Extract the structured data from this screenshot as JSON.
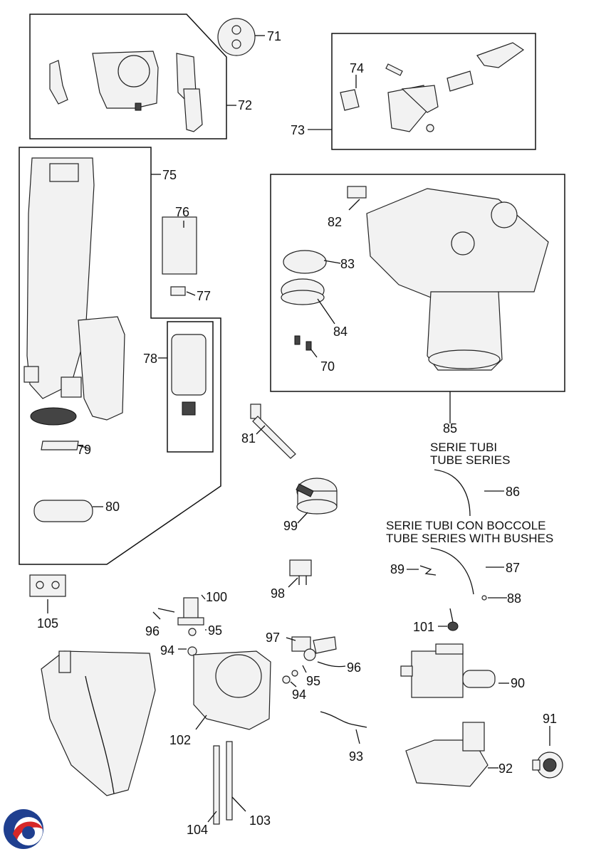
{
  "labels": {
    "p70": "70",
    "p71": "71",
    "p72": "72",
    "p73": "73",
    "p74": "74",
    "p75": "75",
    "p76": "76",
    "p77": "77",
    "p78": "78",
    "p79": "79",
    "p80": "80",
    "p81": "81",
    "p82": "82",
    "p83": "83",
    "p84": "84",
    "p85": "85",
    "p86": "86",
    "p87": "87",
    "p88": "88",
    "p89": "89",
    "p90": "90",
    "p91": "91",
    "p92": "92",
    "p93": "93",
    "p94a": "94",
    "p94b": "94",
    "p95a": "95",
    "p95b": "95",
    "p96a": "96",
    "p96b": "96",
    "p97": "97",
    "p98": "98",
    "p99": "99",
    "p100": "100",
    "p101": "101",
    "p102": "102",
    "p103": "103",
    "p104": "104",
    "p105": "105"
  },
  "captions": {
    "tube_series_it": "SERIE TUBI",
    "tube_series_en": "TUBE SERIES",
    "tube_bushes_it": "SERIE TUBI CON BOCCOLE",
    "tube_bushes_en": "TUBE SERIES WITH BUSHES"
  },
  "logo": {
    "name": "brand-logo",
    "colors": [
      "#1f3f8f",
      "#d62828"
    ]
  }
}
